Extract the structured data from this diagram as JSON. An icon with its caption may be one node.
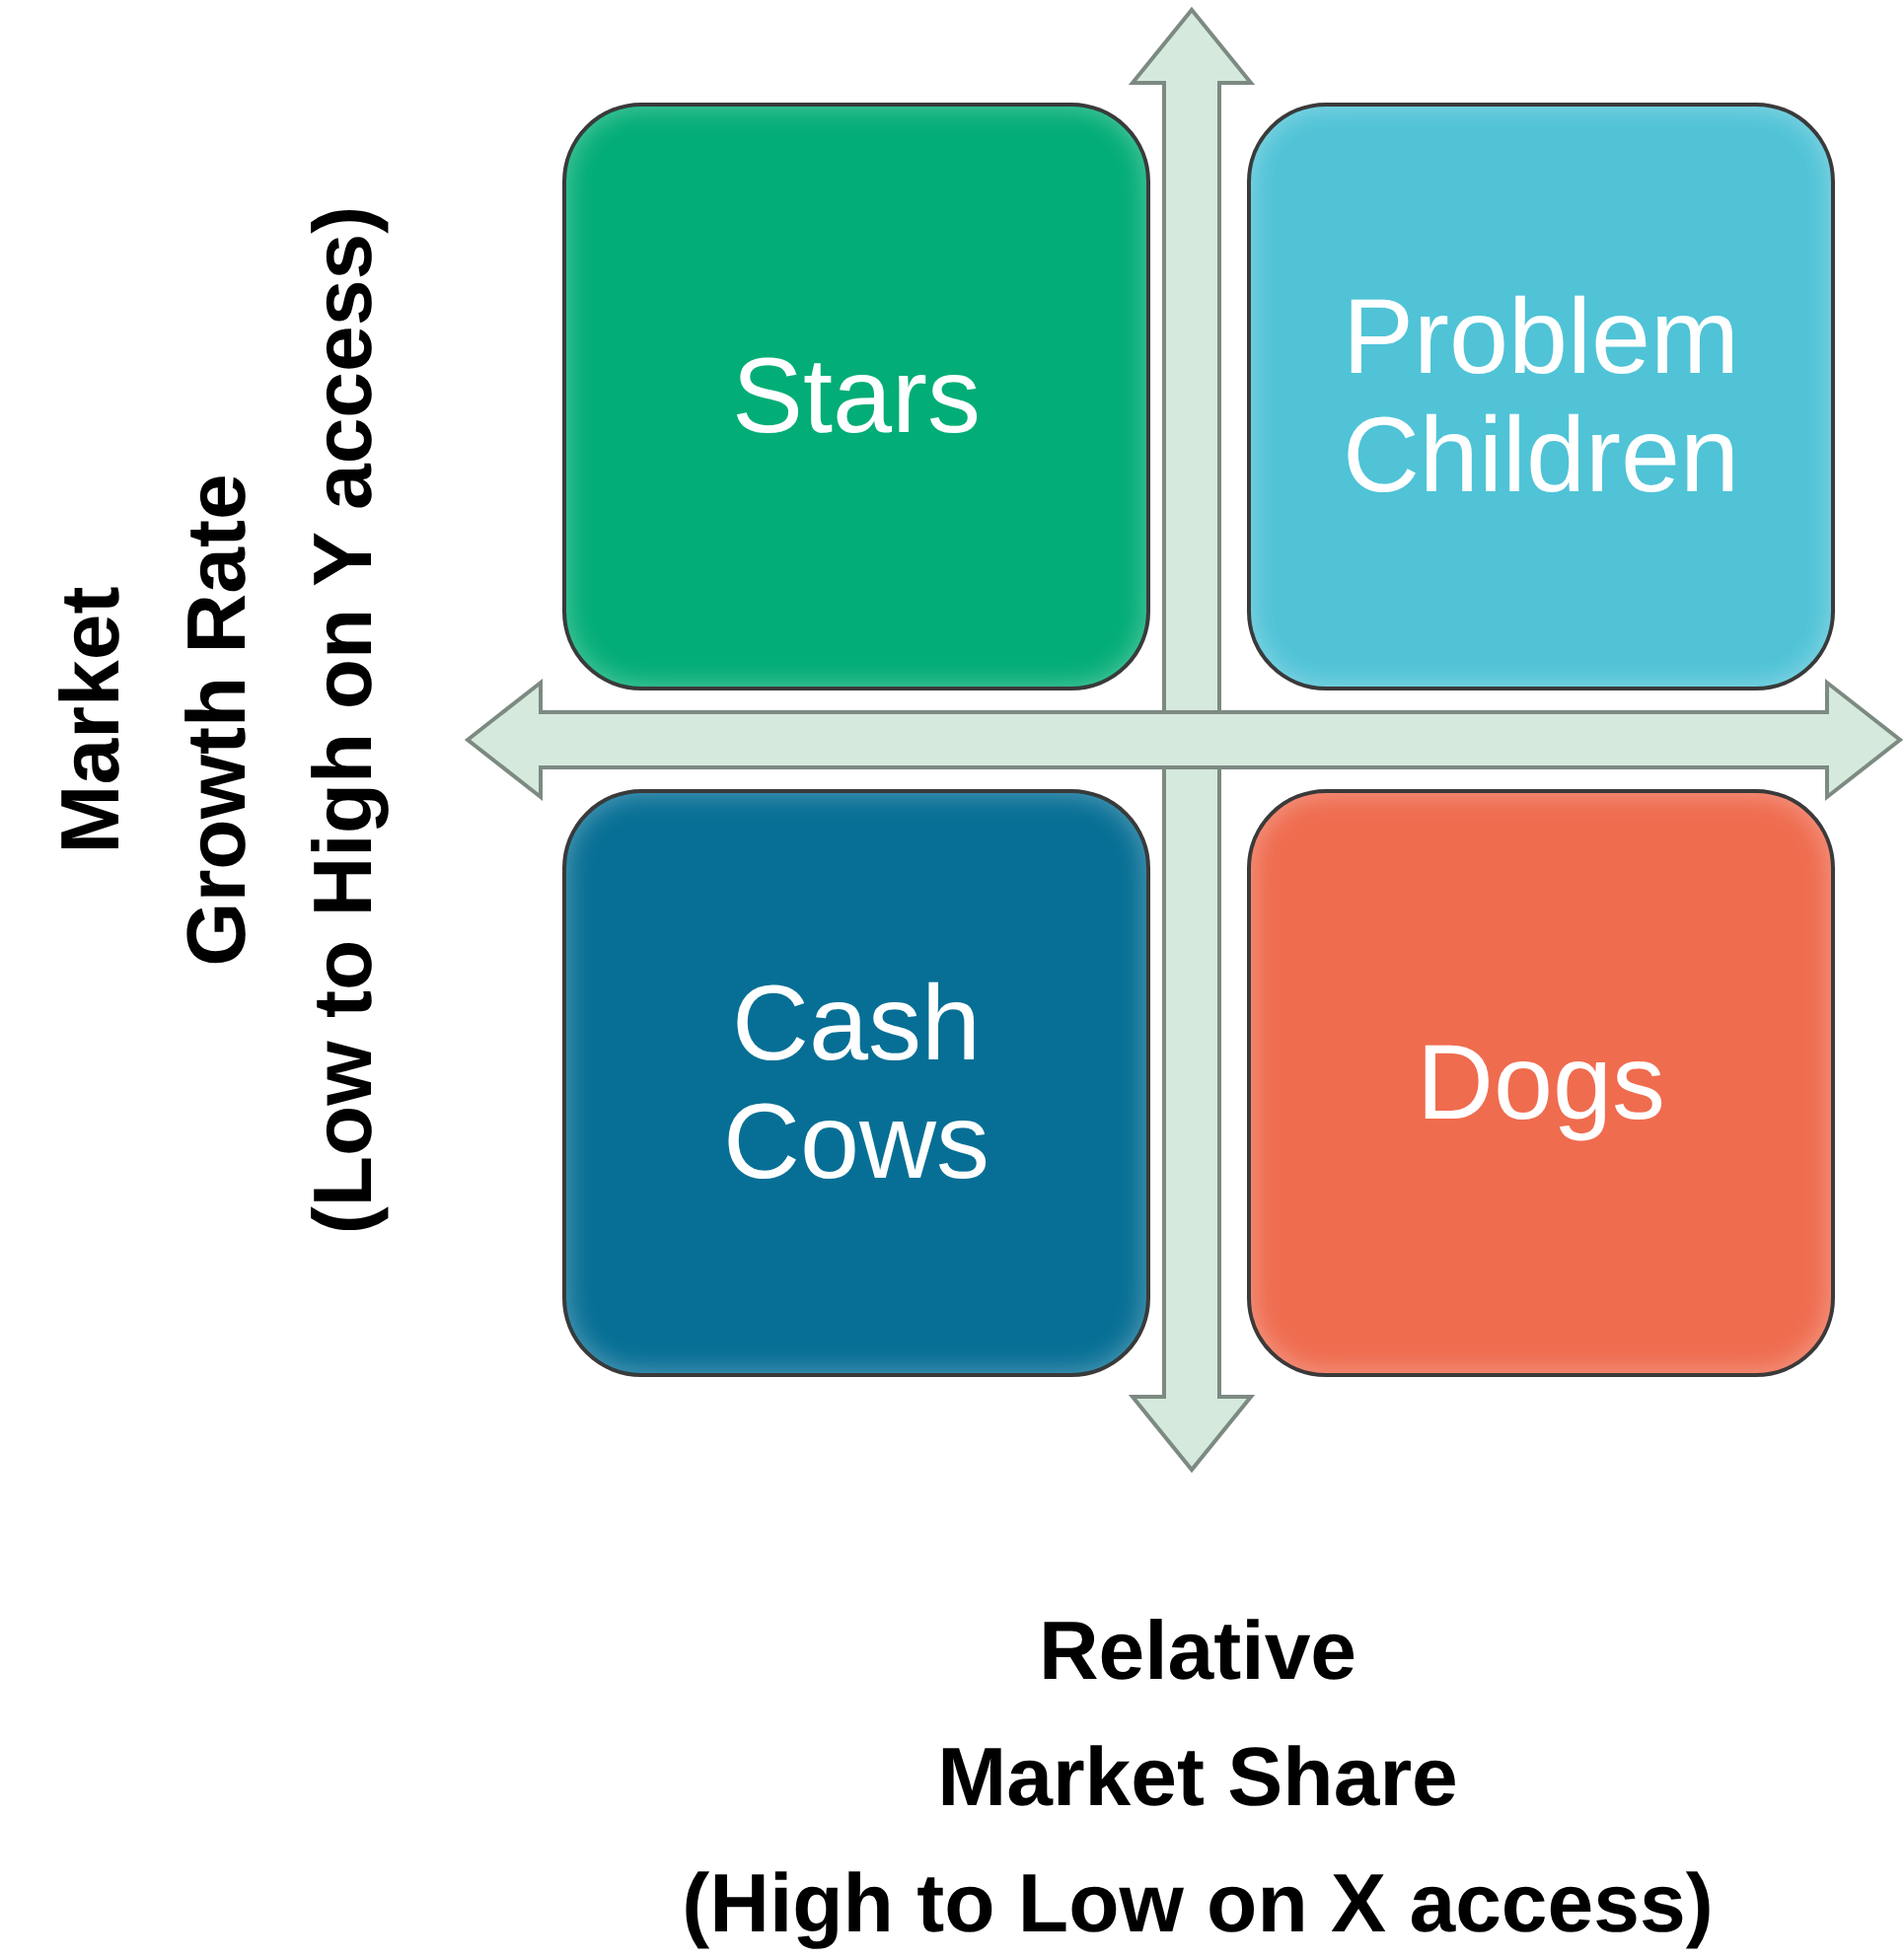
{
  "diagram": {
    "nodes": [
      {
        "text": [
          "Stars"
        ]
      },
      {
        "text": [
          "Problem Children"
        ]
      },
      {
        "text": [
          "Cash Cows"
        ]
      },
      {
        "text": [
          "Dogs"
        ]
      }
    ],
    "labels": [
      "Market",
      "Growth Rate",
      "(Low to High on Y access)",
      "Relative",
      "Market Share",
      "(High to Low on X access)"
    ]
  }
}
